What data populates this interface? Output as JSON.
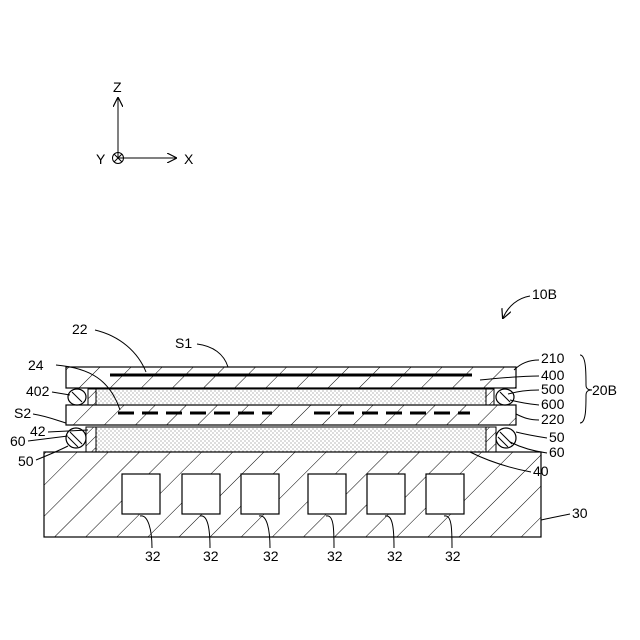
{
  "axes": {
    "z": "Z",
    "x": "X",
    "y": "Y"
  },
  "labels": {
    "assembly": "10B",
    "sub_assembly": "20B",
    "l22": "22",
    "s1": "S1",
    "l24": "24",
    "l402": "402",
    "s2": "S2",
    "l42": "42",
    "l60_left": "60",
    "l50_left": "50",
    "l210": "210",
    "l400": "400",
    "l500": "500",
    "l600": "600",
    "l220": "220",
    "l50_right": "50",
    "l60_right": "60",
    "l40": "40",
    "l30": "30",
    "l32": "32"
  }
}
